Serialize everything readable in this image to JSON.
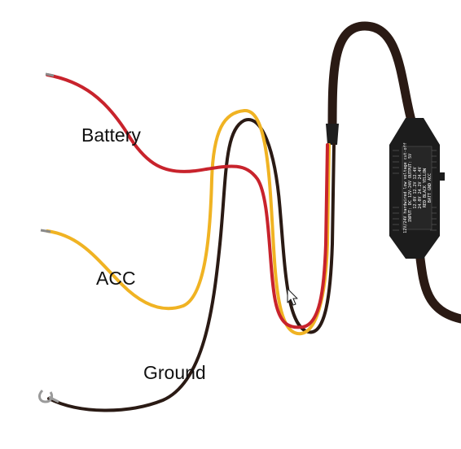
{
  "labels": {
    "battery": "Battery",
    "acc": "ACC",
    "ground": "Ground"
  },
  "module": {
    "label_lines": [
      "12V/24V hardwired low voltage cut-off",
      "INPUT: DC 12V-24V  OUTPUT: 5V",
      "12.0V 12.2V 12.4V",
      "24.0V 24.2V 24.4V",
      "RED  BLACK  YELLOW",
      "BATT  GND   ACC"
    ]
  },
  "icons": {
    "cursor": "mouse-pointer-icon",
    "ring_terminal": "ring-terminal-icon"
  },
  "colors": {
    "battery_wire": "#c8232c",
    "acc_wire": "#f0b323",
    "ground_wire": "#2a1a14",
    "module_body": "#1c1c1c",
    "lead_tip": "#8a8a8a"
  }
}
